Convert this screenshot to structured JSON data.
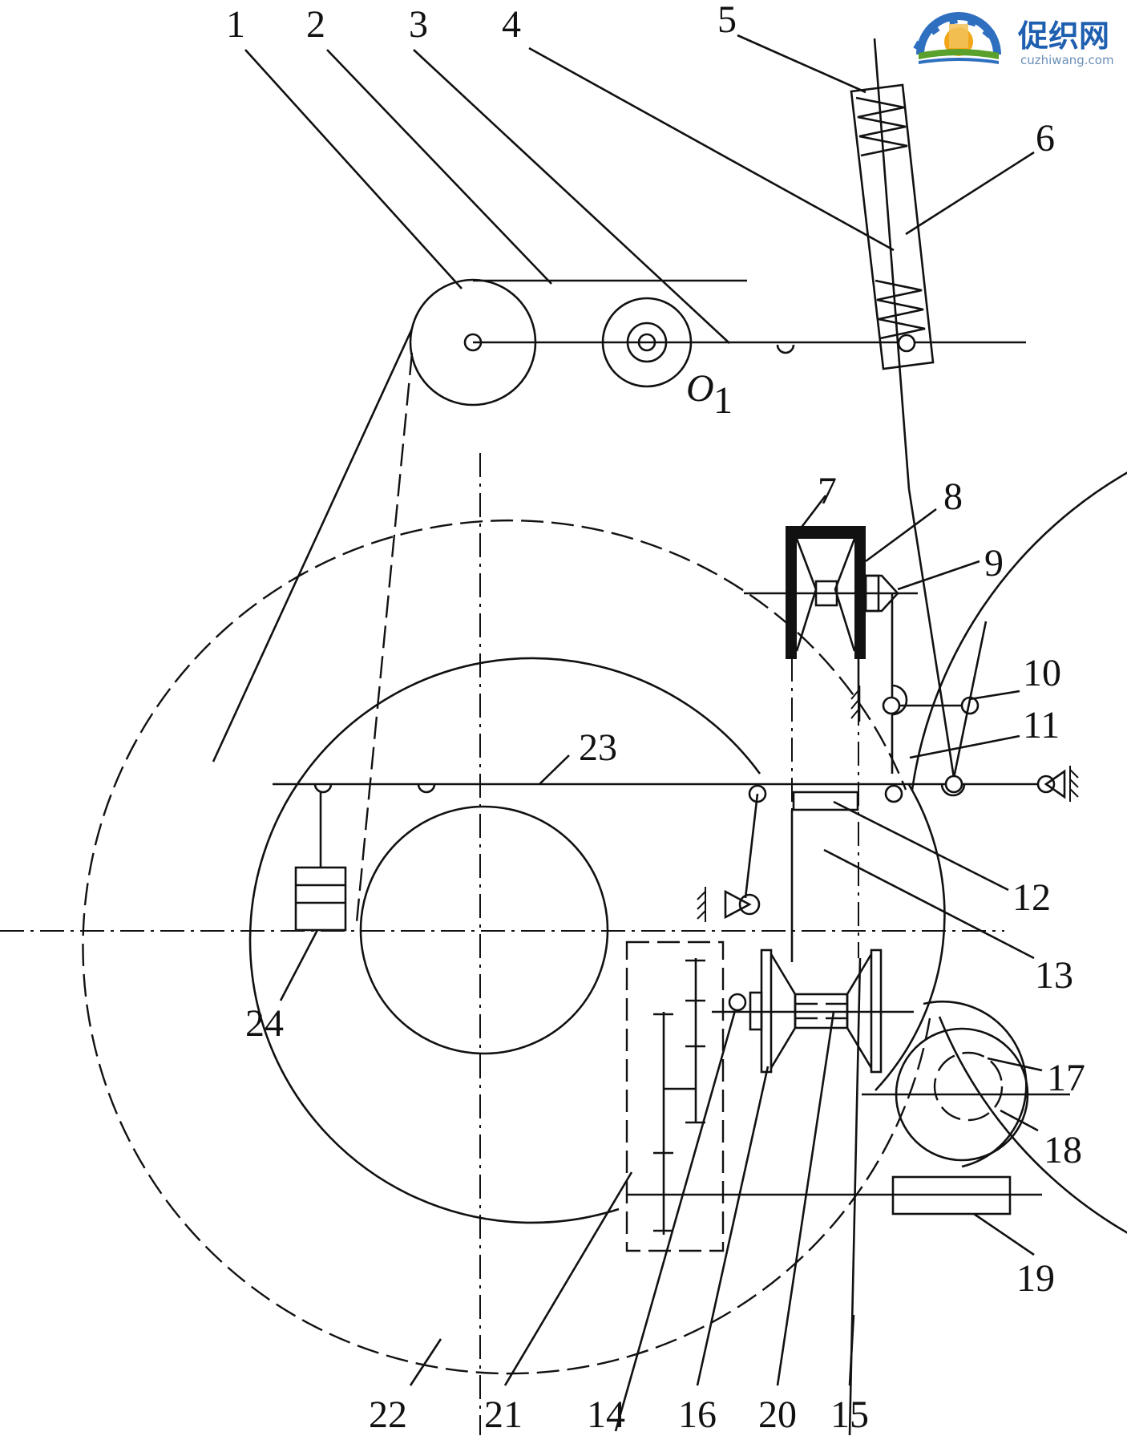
{
  "logo": {
    "cn": "促织网",
    "url": "cuzhiwang.com",
    "colors": {
      "gear": "#2e6fc0",
      "sun": "#f2a61a",
      "leaf": "#5aa02c",
      "text": "#1f5fb0"
    }
  },
  "pivot_label": {
    "letter": "O",
    "sub": "1"
  },
  "callouts": {
    "c1": "1",
    "c2": "2",
    "c3": "3",
    "c4": "4",
    "c5": "5",
    "c6": "6",
    "c7": "7",
    "c8": "8",
    "c9": "9",
    "c10": "10",
    "c11": "11",
    "c12": "12",
    "c13": "13",
    "c14": "14",
    "c15": "15",
    "c16": "16",
    "c17": "17",
    "c18": "18",
    "c19": "19",
    "c20": "20",
    "c21": "21",
    "c22": "22",
    "c23": "23",
    "c24": "24"
  }
}
